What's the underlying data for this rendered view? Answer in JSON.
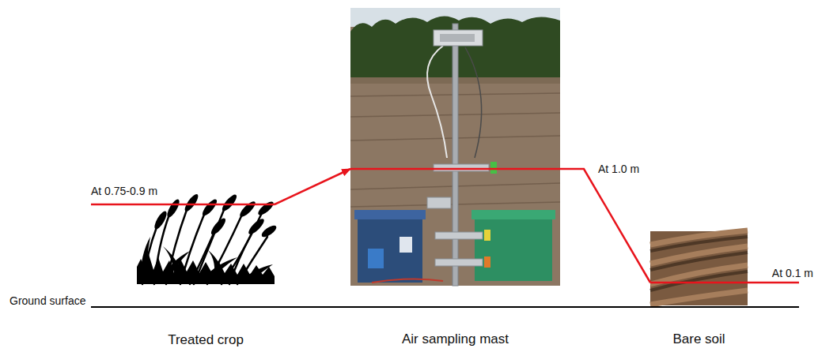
{
  "diagram": {
    "nodes": [
      {
        "text": [
          "Treated crop"
        ]
      },
      {
        "text": [
          "Air sampling mast"
        ]
      },
      {
        "text": [
          "Bare soil"
        ]
      }
    ],
    "edges": [
      {
        "from": 0,
        "to": 1,
        "arrow": "to"
      },
      {
        "from": 1,
        "to": 2,
        "arrow": "none"
      }
    ],
    "labels": [
      "At 0.75-0.9 m",
      "At 1.0 m",
      "At 0.1 m",
      "Ground surface"
    ]
  }
}
